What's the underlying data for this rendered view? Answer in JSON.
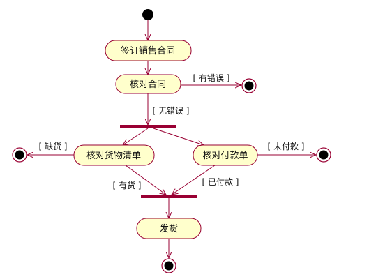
{
  "diagram": {
    "colors": {
      "node_fill": "#ffffcc",
      "node_stroke": "#990033",
      "arrow": "#990033",
      "sync_bar": "#990033",
      "text": "#111111"
    },
    "activities": {
      "sign_contract": "签订销售合同",
      "check_contract": "核对合同",
      "check_goods_list": "核对货物清单",
      "check_payment_order": "核对付款单",
      "ship_goods": "发货"
    },
    "guards": {
      "has_error": "[ 有错误 ]",
      "no_error": "[ 无错误 ]",
      "out_of_stock": "[ 缺货 ]",
      "in_stock": "[ 有货 ]",
      "unpaid": "[ 未付款 ]",
      "paid": "[ 已付款 ]"
    }
  }
}
